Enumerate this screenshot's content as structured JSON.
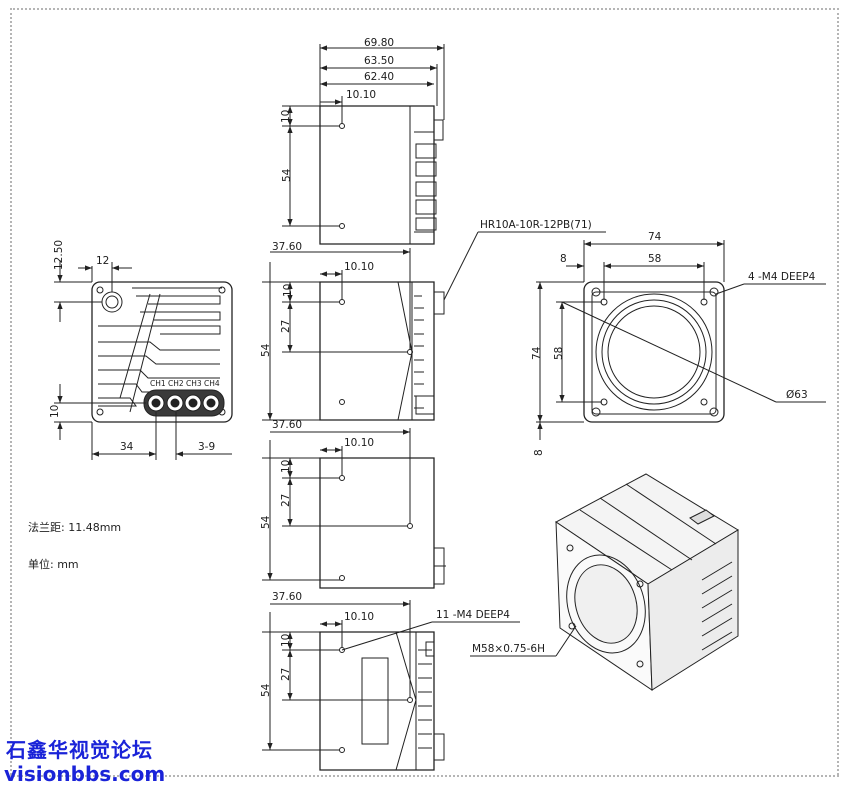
{
  "dims": {
    "top_view": {
      "w1": "69.80",
      "w2": "63.50",
      "w3": "62.40",
      "w4": "10.10",
      "h1": "10",
      "h2": "54"
    },
    "side_view_1": {
      "off": "37.60",
      "w": "10.10",
      "h1": "10",
      "h2": "27",
      "h3": "54"
    },
    "side_view_2": {
      "off": "37.60",
      "w": "10.10",
      "h1": "10",
      "h2": "27",
      "h3": "54"
    },
    "side_view_3": {
      "off": "37.60",
      "w": "10.10",
      "h1": "10",
      "h2": "27",
      "h3": "54"
    },
    "rear_view": {
      "h_top": "12.50",
      "w_top": "12",
      "h_bottom": "10",
      "w_left": "34",
      "w_right": "3-9",
      "channels": [
        "CH1",
        "CH2",
        "CH3",
        "CH4"
      ]
    },
    "front_view": {
      "w_outer": "74",
      "w_inner": "58",
      "w_margin": "8",
      "h_outer": "74",
      "h_inner": "58",
      "h_margin": "8",
      "diameter": "Ø63"
    }
  },
  "callouts": {
    "connector": "HR10A-10R-12PB(71)",
    "m4_front": "4 -M4 DEEP4",
    "m4_side": "11 -M4 DEEP4",
    "thread": "M58×0.75-6H"
  },
  "notes": {
    "flange": "法兰距: 11.48mm",
    "unit": "单位: mm"
  },
  "watermark": {
    "line1": "石鑫华视觉论坛",
    "line2": "visionbbs.com"
  }
}
